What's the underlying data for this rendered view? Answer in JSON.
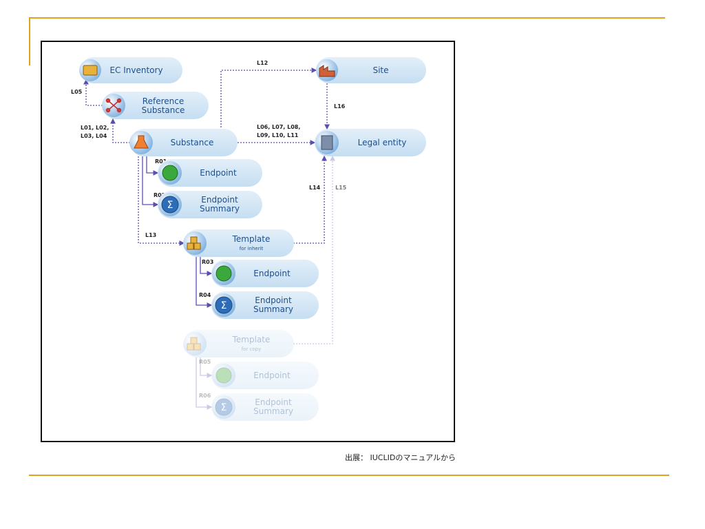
{
  "diagram": {
    "nodes": {
      "ec_inventory": {
        "label": "EC Inventory"
      },
      "reference_substance": {
        "line1": "Reference",
        "line2": "Substance"
      },
      "substance": {
        "label": "Substance"
      },
      "endpoint_r01": {
        "label": "Endpoint"
      },
      "endpoint_summary_r02": {
        "line1": "Endpoint",
        "line2": "Summary"
      },
      "template_inherit": {
        "label": "Template",
        "sub": "for inherit"
      },
      "endpoint_r03": {
        "label": "Endpoint"
      },
      "endpoint_summary_r04": {
        "line1": "Endpoint",
        "line2": "Summary"
      },
      "template_copy": {
        "label": "Template",
        "sub": "for copy"
      },
      "endpoint_r05": {
        "label": "Endpoint"
      },
      "endpoint_summary_r06": {
        "line1": "Endpoint",
        "line2": "Summary"
      },
      "site": {
        "label": "Site"
      },
      "legal_entity": {
        "label": "Legal entity"
      }
    },
    "links": {
      "l05": "L05",
      "l01_04_a": "L01, L02,",
      "l01_04_b": "L03, L04",
      "l12": "L12",
      "l16": "L16",
      "l06_11_a": "L06, L07, L08,",
      "l06_11_b": "L09, L10, L11",
      "r01": "R01",
      "r02": "R02",
      "l14": "L14",
      "l15": "L15",
      "l13": "L13",
      "r03": "R03",
      "r04": "R04",
      "r05": "R05",
      "r06": "R06"
    },
    "colors": {
      "pill": "#d3e6f6",
      "arrow": "#5a4fb0",
      "frame": "#111111",
      "rule": "#e0a020"
    }
  },
  "caption": "出展： IUCLIDのマニュアルから"
}
